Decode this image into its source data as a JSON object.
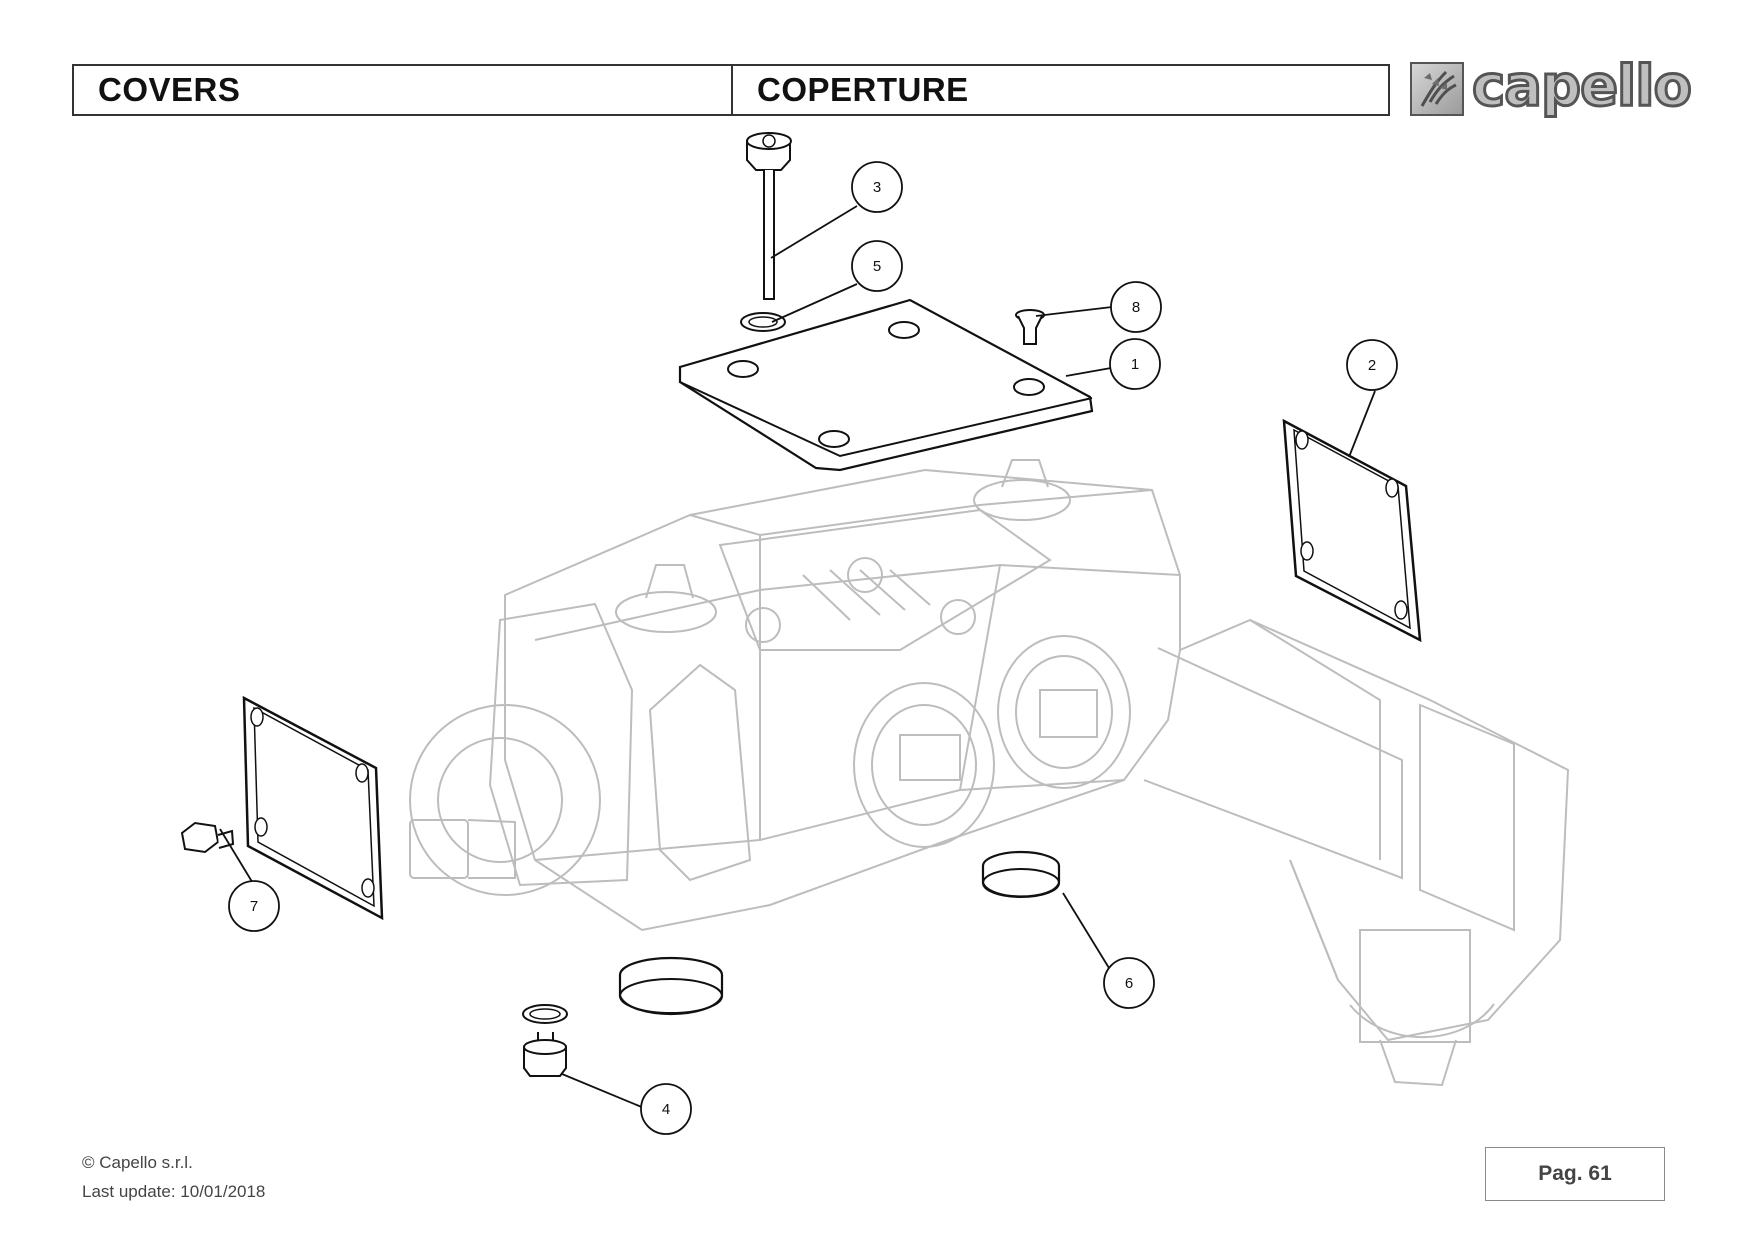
{
  "header": {
    "title_en": "COVERS",
    "title_it": "COPERTURE"
  },
  "logo": {
    "text": "capello",
    "icon": "wheat-icon"
  },
  "diagram": {
    "callouts": [
      {
        "number": "1"
      },
      {
        "number": "2"
      },
      {
        "number": "3"
      },
      {
        "number": "4"
      },
      {
        "number": "5"
      },
      {
        "number": "6"
      },
      {
        "number": "7"
      },
      {
        "number": "8"
      }
    ]
  },
  "footer": {
    "copyright": "© Capello s.r.l.",
    "last_update": "Last update: 10/01/2018",
    "page_label": "Pag.",
    "page_number": "61"
  }
}
